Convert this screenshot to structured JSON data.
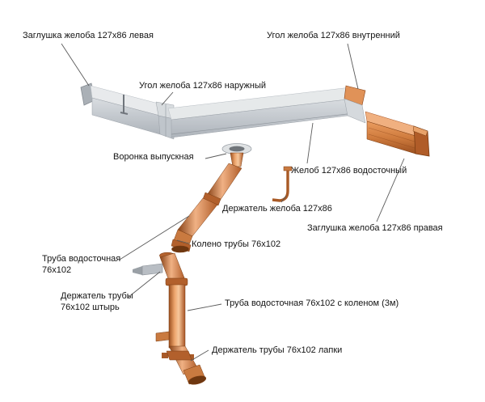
{
  "diagram": {
    "subject": "gutter-downpipe-system-exploded-diagram",
    "colors": {
      "copper_dark": "#8a4418",
      "copper_mid": "#cd7f45",
      "copper_light": "#f3bc8e",
      "gray_light": "#e8eaec",
      "gray_mid": "#c7ccd2",
      "leader_line": "#5a5a5a"
    }
  },
  "labels": [
    {
      "id": "end-cap-left",
      "text": "Заглушка желоба 127х86 левая"
    },
    {
      "id": "corner-inner",
      "text": "Угол желоба 127х86 внутренний"
    },
    {
      "id": "corner-outer",
      "text": "Угол желоба 127х86 наружный"
    },
    {
      "id": "funnel",
      "text": "Воронка выпускная"
    },
    {
      "id": "gutter",
      "text": "Желоб 127х86 водосточный"
    },
    {
      "id": "gutter-holder",
      "text": "Держатель желоба 127х86"
    },
    {
      "id": "end-cap-right",
      "text": "Заглушка желоба 127х86 правая"
    },
    {
      "id": "pipe-elbow",
      "text": "Колено трубы 76х102"
    },
    {
      "id": "downpipe",
      "text": "Труба водосточная 76х102"
    },
    {
      "id": "pipe-holder-pin",
      "text": "Держатель трубы 76х102 штырь"
    },
    {
      "id": "downpipe-3m",
      "text": "Труба водосточная 76х102 с коленом (3м)"
    },
    {
      "id": "pipe-holder-claw",
      "text": "Держатель трубы 76х102 лапки"
    }
  ]
}
